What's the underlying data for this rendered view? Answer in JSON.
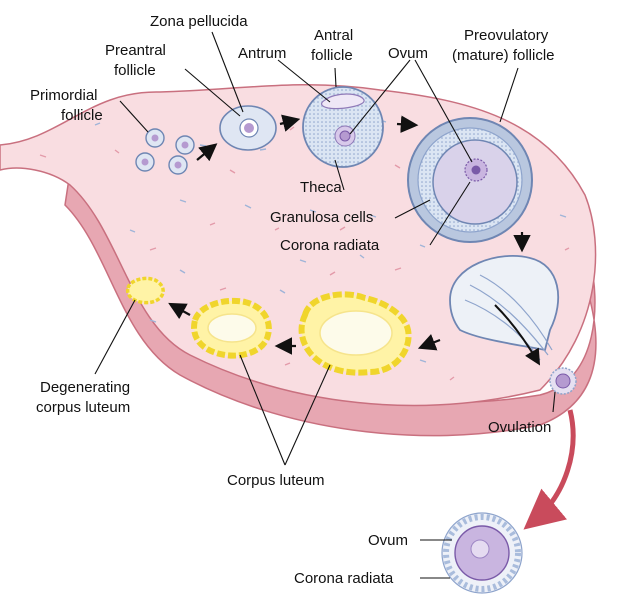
{
  "labels": {
    "zona_pellucida": "Zona pellucida",
    "preantral_1": "Preantral",
    "preantral_2": "follicle",
    "primordial_1": "Primordial",
    "primordial_2": "follicle",
    "antrum": "Antrum",
    "antral_1": "Antral",
    "antral_2": "follicle",
    "ovum_top": "Ovum",
    "preovulatory_1": "Preovulatory",
    "preovulatory_2": "(mature) follicle",
    "theca": "Theca",
    "granulosa": "Granulosa cells",
    "corona_mid": "Corona radiata",
    "degenerating_1": "Degenerating",
    "degenerating_2": "corpus luteum",
    "corpus_luteum": "Corpus luteum",
    "ovulation": "Ovulation",
    "ovum_bottom": "Ovum",
    "corona_bottom": "Corona radiata"
  },
  "colors": {
    "ovary_fill": "#f9dde1",
    "ovary_edge": "#c9707f",
    "ovary_side": "#e7a7b2",
    "follicle_fill": "#dfe6f3",
    "follicle_edge": "#6f86b3",
    "ovum_fill": "#b59ad0",
    "ovum_nucleus": "#7a5aa8",
    "corpus_fill": "#fff3a6",
    "corpus_edge": "#f0d52c",
    "ovulation_arrow": "#c94b5c"
  }
}
